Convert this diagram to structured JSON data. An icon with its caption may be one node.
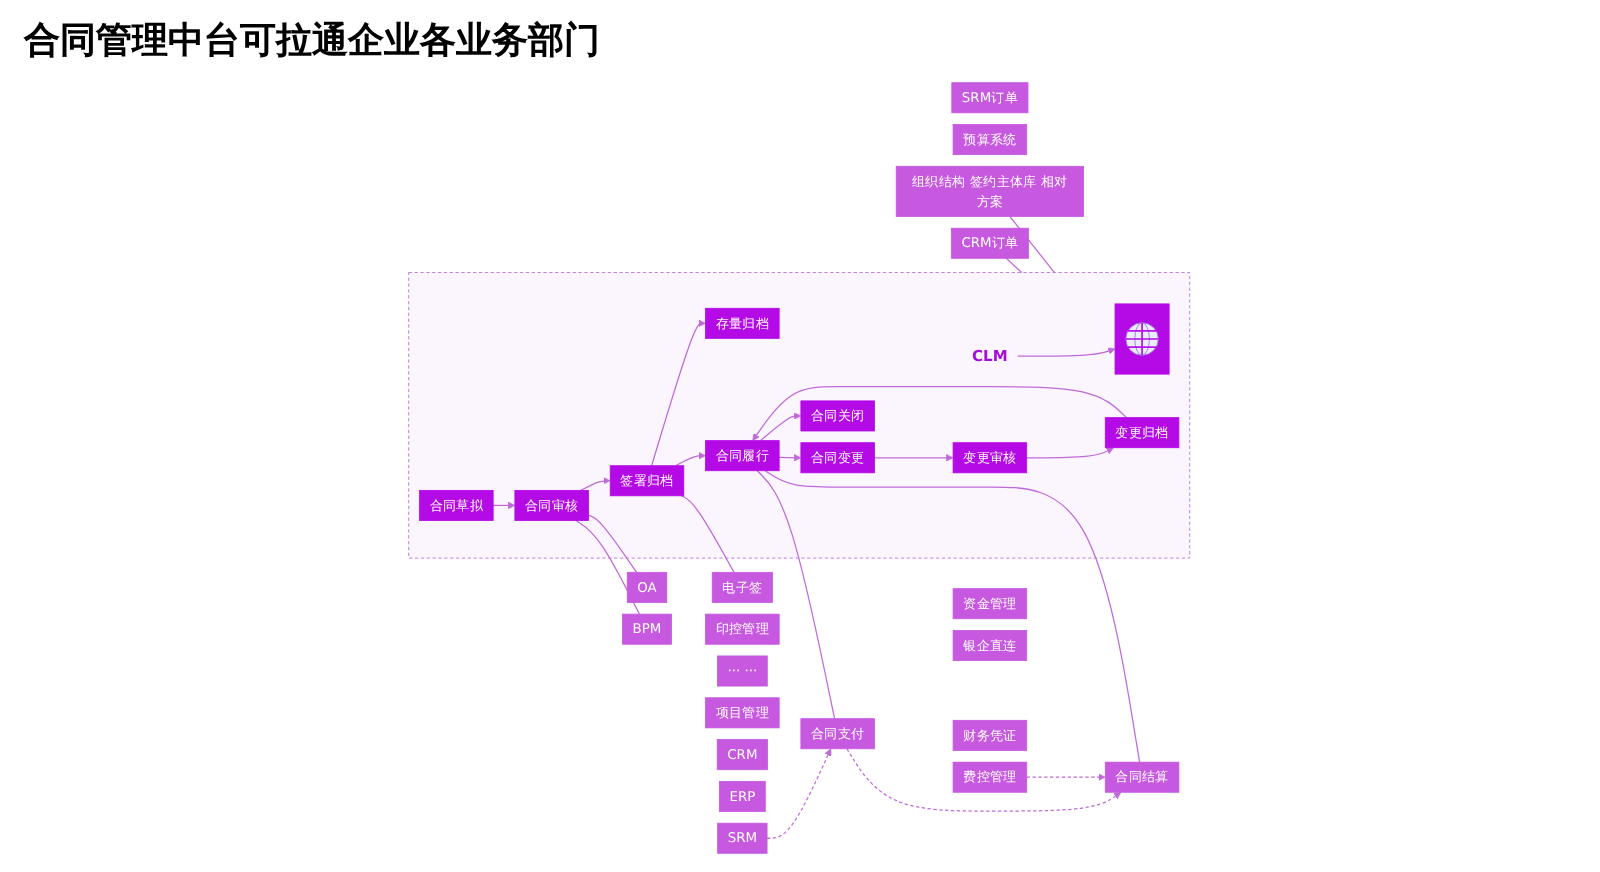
{
  "diagram": {
    "title": "合同管理中台可拉通企业各业务部门",
    "nodes": [
      {
        "text": [
          "预算系统"
        ]
      },
      {
        "text": [
          "SRM订单"
        ]
      },
      {
        "text": [
          "CRM订单"
        ]
      },
      {
        "text": [],
        "shape": "box"
      },
      {
        "text": [
          "组织结构 签约主体库 相对方案"
        ]
      },
      {
        "text": [],
        "shape": "picture",
        "in": 3
      },
      {
        "text": [
          "CLM"
        ],
        "in": 3
      },
      {
        "text": [
          "合同草拟"
        ],
        "in": 3
      },
      {
        "text": [
          "合同审核"
        ],
        "in": 3
      },
      {
        "text": [
          "签署归档"
        ],
        "in": 3
      },
      {
        "text": [
          "存量归档"
        ],
        "in": 3
      },
      {
        "text": [
          "合同变更"
        ],
        "in": 3
      },
      {
        "text": [
          "变更审核"
        ],
        "in": 3
      },
      {
        "text": [
          "变更归档"
        ],
        "in": 3
      },
      {
        "text": [
          "合同履行"
        ],
        "in": 3
      },
      {
        "text": [
          "合同关闭"
        ],
        "in": 3
      },
      {
        "text": [
          "OA"
        ]
      },
      {
        "text": [
          "BPM"
        ]
      },
      {
        "text": [
          "电子签"
        ]
      },
      {
        "text": [
          "印控管理"
        ]
      },
      {
        "text": [
          "合同支付"
        ]
      },
      {
        "text": [
          "合同结算"
        ]
      },
      {
        "text": [
          "SRM"
        ]
      },
      {
        "text": [
          "ERP"
        ]
      },
      {
        "text": [
          "CRM"
        ]
      },
      {
        "text": [
          "项目管理"
        ]
      },
      {
        "text": [
          "··· ···"
        ]
      },
      {
        "text": [
          "费控管理"
        ]
      },
      {
        "text": [
          "资金管理"
        ]
      },
      {
        "text": [
          "银企直连"
        ]
      },
      {
        "text": [
          "财务凭证"
        ]
      }
    ],
    "edges": [
      {
        "from": 2,
        "to": 3,
        "arrow": "none"
      },
      {
        "from": 4,
        "to": 3,
        "arrow": "none"
      },
      {
        "from": 6,
        "to": 5,
        "arrow": "to"
      },
      {
        "from": 7,
        "to": 8,
        "arrow": "to"
      },
      {
        "from": 8,
        "to": 9,
        "arrow": "to"
      },
      {
        "from": 9,
        "to": 10,
        "arrow": "to"
      },
      {
        "from": 9,
        "to": 14,
        "arrow": "to"
      },
      {
        "from": 14,
        "to": 11,
        "arrow": "to"
      },
      {
        "from": 11,
        "to": 12,
        "arrow": "to"
      },
      {
        "from": 12,
        "to": 13,
        "arrow": "to"
      },
      {
        "from": 13,
        "to": 14,
        "arrow": "to"
      },
      {
        "from": 14,
        "to": 15,
        "arrow": "to"
      },
      {
        "from": 8,
        "to": 16,
        "arrow": "none"
      },
      {
        "from": 8,
        "to": 17,
        "arrow": "none"
      },
      {
        "from": 9,
        "to": 18,
        "arrow": "none"
      },
      {
        "from": 14,
        "to": 20,
        "arrow": "none"
      },
      {
        "from": 14,
        "to": 21,
        "arrow": "none"
      },
      {
        "from": 20,
        "to": 21,
        "arrow": "to",
        "style": "dashed"
      },
      {
        "from": 22,
        "to": 20,
        "arrow": "to",
        "style": "dashed"
      },
      {
        "from": 27,
        "to": 21,
        "arrow": "to",
        "style": "dashed"
      }
    ]
  }
}
